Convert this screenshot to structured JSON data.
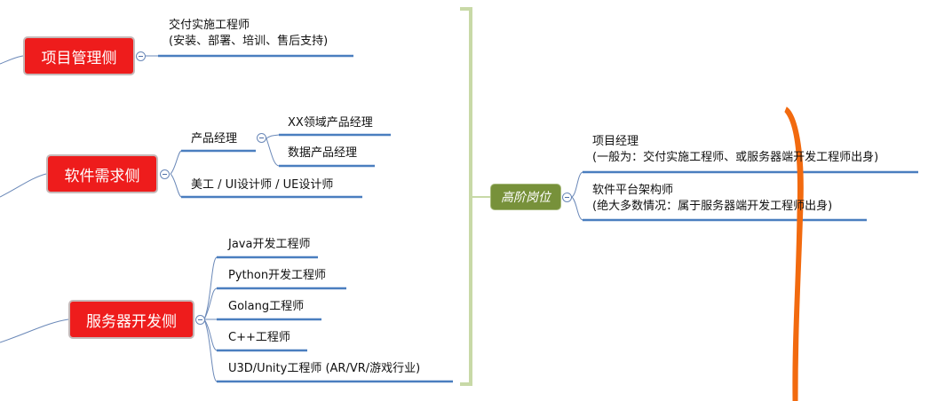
{
  "diagram": {
    "colors": {
      "branch_node": "#ee1c1c",
      "center_node": "#77913a",
      "underline": "#4a7ebf",
      "bracket": "#c8d9a7",
      "orange_stroke": "#f26a0f"
    },
    "left_groups": [
      {
        "label": "项目管理侧",
        "children": [
          {
            "lines": [
              "交付实施工程师",
              "(安装、部署、培训、售后支持)"
            ]
          }
        ]
      },
      {
        "label": "软件需求侧",
        "children": [
          {
            "lines": [
              "产品经理"
            ],
            "children": [
              "XX领域产品经理",
              "数据产品经理"
            ]
          },
          {
            "lines": [
              "美工 / UI设计师 / UE设计师"
            ]
          }
        ]
      },
      {
        "label": "服务器开发侧",
        "children": [
          {
            "lines": [
              "Java开发工程师"
            ]
          },
          {
            "lines": [
              "Python开发工程师"
            ]
          },
          {
            "lines": [
              "Golang工程师"
            ]
          },
          {
            "lines": [
              "C++工程师"
            ]
          },
          {
            "lines": [
              "U3D/Unity工程师 (AR/VR/游戏行业)"
            ]
          }
        ]
      }
    ],
    "center": {
      "label": "高阶岗位",
      "children": [
        {
          "lines": [
            "项目经理",
            "(一般为：交付实施工程师、或服务器端开发工程师出身)"
          ]
        },
        {
          "lines": [
            "软件平台架构师",
            "(绝大多数情况：属于服务器端开发工程师出身)"
          ]
        }
      ]
    }
  }
}
